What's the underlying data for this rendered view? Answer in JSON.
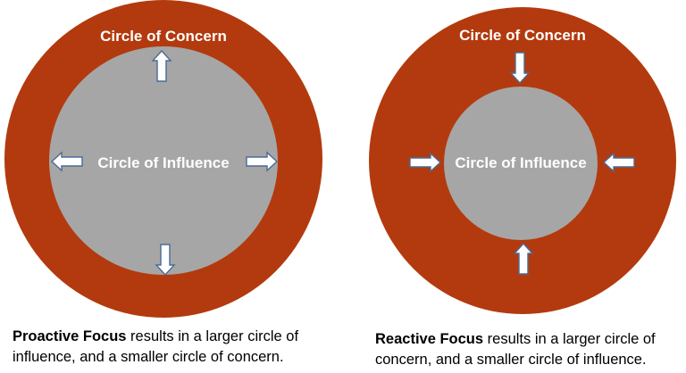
{
  "colors": {
    "concern_ring": "#b33a0e",
    "influence_circle": "#a6a6a6",
    "arrow_fill": "#ffffff",
    "arrow_stroke": "#4a6a94",
    "label": "#ffffff",
    "caption_text": "#000000"
  },
  "left_diagram": {
    "concern_label": "Circle of Concern",
    "influence_label": "Circle of Influence",
    "arrow_direction": "outward",
    "caption": {
      "bold": "Proactive Focus",
      "rest_line1": " results in a larger circle of",
      "line2": "influence, and a smaller circle of concern."
    }
  },
  "right_diagram": {
    "concern_label": "Circle of Concern",
    "influence_label": "Circle of Influence",
    "arrow_direction": "inward",
    "caption": {
      "bold": "Reactive Focus",
      "rest_line1": " results in a larger circle of",
      "line2": "concern, and a smaller circle of influence."
    }
  }
}
